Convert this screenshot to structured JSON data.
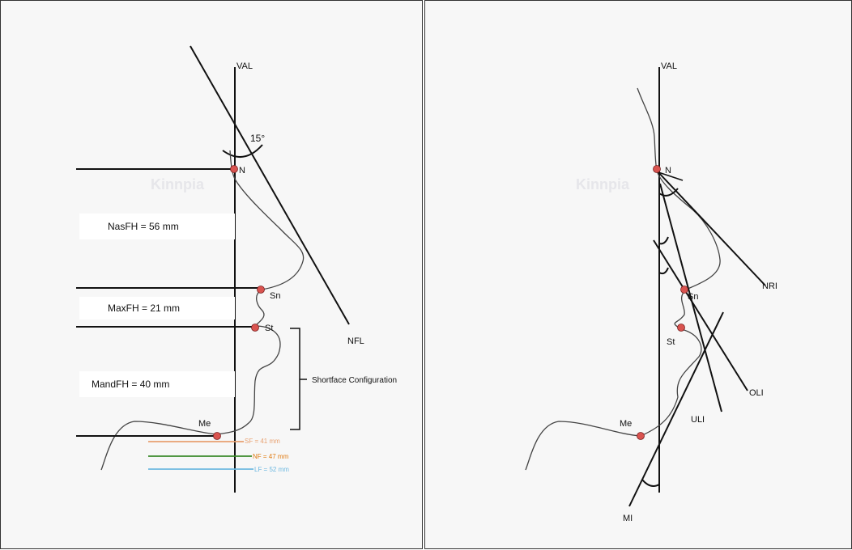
{
  "left_panel": {
    "val_label": "VAL",
    "angle_label": "15°",
    "n_label": "N",
    "sn_label": "Sn",
    "st_label": "St",
    "me_label": "Me",
    "nfl_label": "NFL",
    "nasfh_label": "NasFH = 56 mm",
    "maxfh_label": "MaxFH = 21 mm",
    "mandfh_label": "MandFH = 40 mm",
    "config_label": "Shortface Configuration",
    "sf_label": "SF = 41 mm",
    "nf_label": "NF = 47 mm",
    "lf_label": "LF = 52 mm"
  },
  "right_panel": {
    "val_label": "VAL",
    "n_label": "N",
    "sn_label": "Sn",
    "st_label": "St",
    "me_label": "Me",
    "nri_label": "NRI",
    "oli_label": "OLI",
    "uli_label": "ULI",
    "mi_label": "MI"
  },
  "colors": {
    "line": "#111111",
    "landmark_dot": "#d9534f",
    "sf": "#e8a070",
    "nf": "#3a8a2a",
    "lf": "#6cb8e0",
    "nf_text": "#e07a10"
  }
}
